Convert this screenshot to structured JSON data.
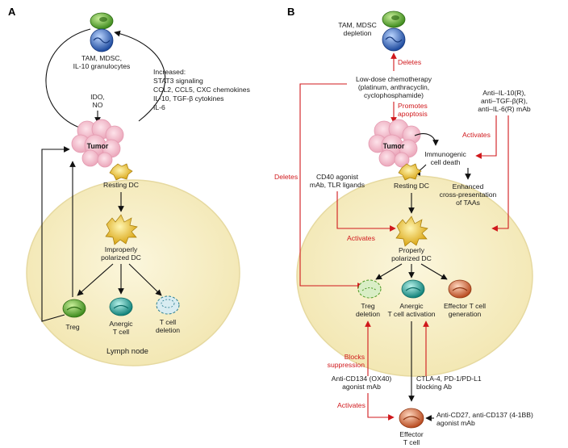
{
  "panels": [
    "A",
    "B"
  ],
  "panel_a": {
    "suppressors": [
      "TAM, MDSC,",
      "IL-10 granulocytes"
    ],
    "increased": [
      "Increased:",
      "STAT3 signaling",
      "CCL2, CCL5, CXC chemokines",
      "IL-10, TGF-β cytokines",
      "IL-6"
    ],
    "ido": [
      "IDO,",
      "NO"
    ],
    "tumor": "Tumor",
    "resting_dc": "Resting DC",
    "improper_dc": [
      "Improperly",
      "polarized DC"
    ],
    "treg": "Treg",
    "anergic": [
      "Anergic",
      "T cell"
    ],
    "deletion": [
      "T cell",
      "deletion"
    ],
    "lymph_node": "Lymph node"
  },
  "panel_b": {
    "depletion": [
      "TAM, MDSC",
      "depletion"
    ],
    "deletes_1": "Deletes",
    "chemo": [
      "Low-dose chemotherapy",
      "(platinum, anthracyclin,",
      "cyclophosphamide)"
    ],
    "promotes": [
      "Promotes",
      "apoptosis"
    ],
    "anti_il10": [
      "Anti–IL-10(R),",
      "anti–TGF-β(R),",
      "anti–IL-6(R) mAb"
    ],
    "activates_1": "Activates",
    "tumor": "Tumor",
    "immunogenic": [
      "Immunogenic",
      "cell death"
    ],
    "deletes_2": "Deletes",
    "cd40": [
      "CD40 agonist",
      "mAb, TLR ligands"
    ],
    "resting_dc": "Resting DC",
    "enhanced": [
      "Enhanced",
      "cross-presentation",
      "of TAAs"
    ],
    "activates_2": "Activates",
    "proper_dc": [
      "Properly",
      "polarized DC"
    ],
    "treg": [
      "Treg",
      "deletion"
    ],
    "anergic": [
      "Anergic",
      "T cell activation"
    ],
    "effector_gen": [
      "Effector T cell",
      "generation"
    ],
    "blocks": [
      "Blocks",
      "suppression"
    ],
    "anti_cd134": [
      "Anti-CD134 (OX40)",
      "agonist mAb"
    ],
    "ctla4": [
      "CTLA-4, PD-1/PD-L1",
      "blocking Ab"
    ],
    "activates_3": "Activates",
    "anti_cd27": [
      "Anti-CD27, anti-CD137 (4-1BB)",
      "agonist mAb"
    ],
    "effector": [
      "Effector",
      "T cell"
    ]
  },
  "colors": {
    "arrow_red": "#d0181c",
    "lymph_fill": "#f7f0c8",
    "tumor_pink": "#f2b6c7",
    "dc_yellow": "#e8bf1e",
    "treg_green": "#5cab2b",
    "anergic_teal": "#1aa39a",
    "effector_orange": "#d56a3a",
    "mdsc_blue": "#3a6fc9"
  }
}
